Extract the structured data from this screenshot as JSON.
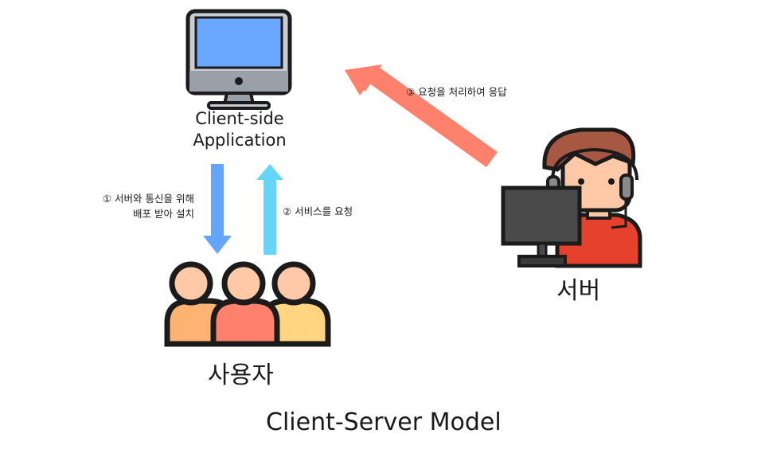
{
  "colors": {
    "screen": "#69a8fe",
    "outline": "#1b1b1b",
    "arrow_down": "#64a5fa",
    "arrow_up": "#66d5fa",
    "arrow_response": "#ff816b",
    "person_left": "#ffb373",
    "person_mid": "#ff816b",
    "person_right": "#ffd57f",
    "face": "#ffc8a6",
    "hair": "#a65842",
    "shirt": "#e5412c",
    "monitor": "#4a4a4a"
  },
  "icons": [
    "desktop-computer-icon",
    "users-group-icon",
    "server-operator-icon"
  ],
  "client": {
    "line1": "Client-side",
    "line2": "Application"
  },
  "steps": {
    "install_line1": "① 서버와 통신을 위해",
    "install_line2": "배포 받아 설치",
    "request": "② 서비스를 요청",
    "response": "③ 요청을 처리하여 응답"
  },
  "users_label": "사용자",
  "server_label": "서버",
  "title": "Client-Server Model"
}
